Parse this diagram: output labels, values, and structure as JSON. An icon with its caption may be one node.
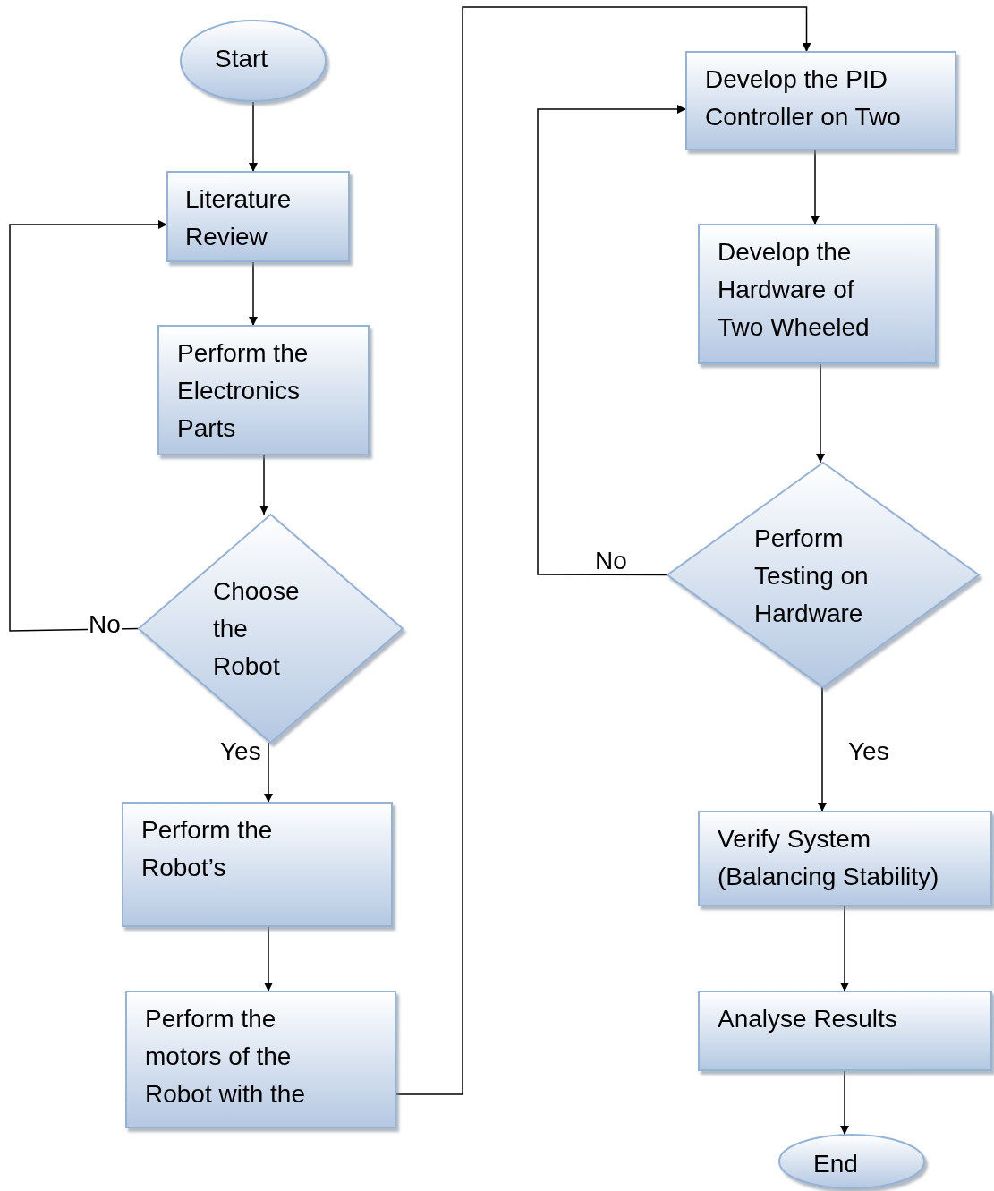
{
  "diagram": {
    "nodes": [
      {
        "text": [
          "Start"
        ]
      },
      {
        "text": [
          "Literature Review"
        ]
      },
      {
        "text": [
          "Perform the Electronics Parts"
        ]
      },
      {
        "text": [
          "Choose the Robot"
        ]
      },
      {
        "text": [
          "Perform the Robot’s"
        ]
      },
      {
        "text": [
          "Perform the motors of the Robot with the"
        ]
      },
      {
        "text": [
          "Develop the PID Controller on Two"
        ]
      },
      {
        "text": [
          "Develop the Hardware of Two Wheeled"
        ]
      },
      {
        "text": [
          "Perform Testing on Hardware"
        ]
      },
      {
        "text": [
          "Verify System (Balancing Stability)"
        ]
      },
      {
        "text": [
          "Analyse Results"
        ]
      },
      {
        "text": [
          "End"
        ]
      }
    ],
    "edges": [
      {
        "from": 0,
        "to": 1,
        "arrow": "to"
      },
      {
        "from": 1,
        "to": 2,
        "arrow": "to"
      },
      {
        "from": 2,
        "to": 3,
        "arrow": "to"
      },
      {
        "from": 3,
        "to": 1,
        "arrow": "to",
        "label": "No"
      },
      {
        "from": 3,
        "to": 4,
        "arrow": "to",
        "label": "Yes"
      },
      {
        "from": 4,
        "to": 5,
        "arrow": "to"
      },
      {
        "from": 5,
        "to": 6,
        "arrow": "to"
      },
      {
        "from": 6,
        "to": 7,
        "arrow": "to"
      },
      {
        "from": 7,
        "to": 8,
        "arrow": "to"
      },
      {
        "from": 8,
        "to": 6,
        "arrow": "to",
        "label": "No"
      },
      {
        "from": 8,
        "to": 9,
        "arrow": "to",
        "label": "Yes"
      },
      {
        "from": 9,
        "to": 10,
        "arrow": "to"
      },
      {
        "from": 10,
        "to": 11,
        "arrow": "to"
      }
    ]
  }
}
